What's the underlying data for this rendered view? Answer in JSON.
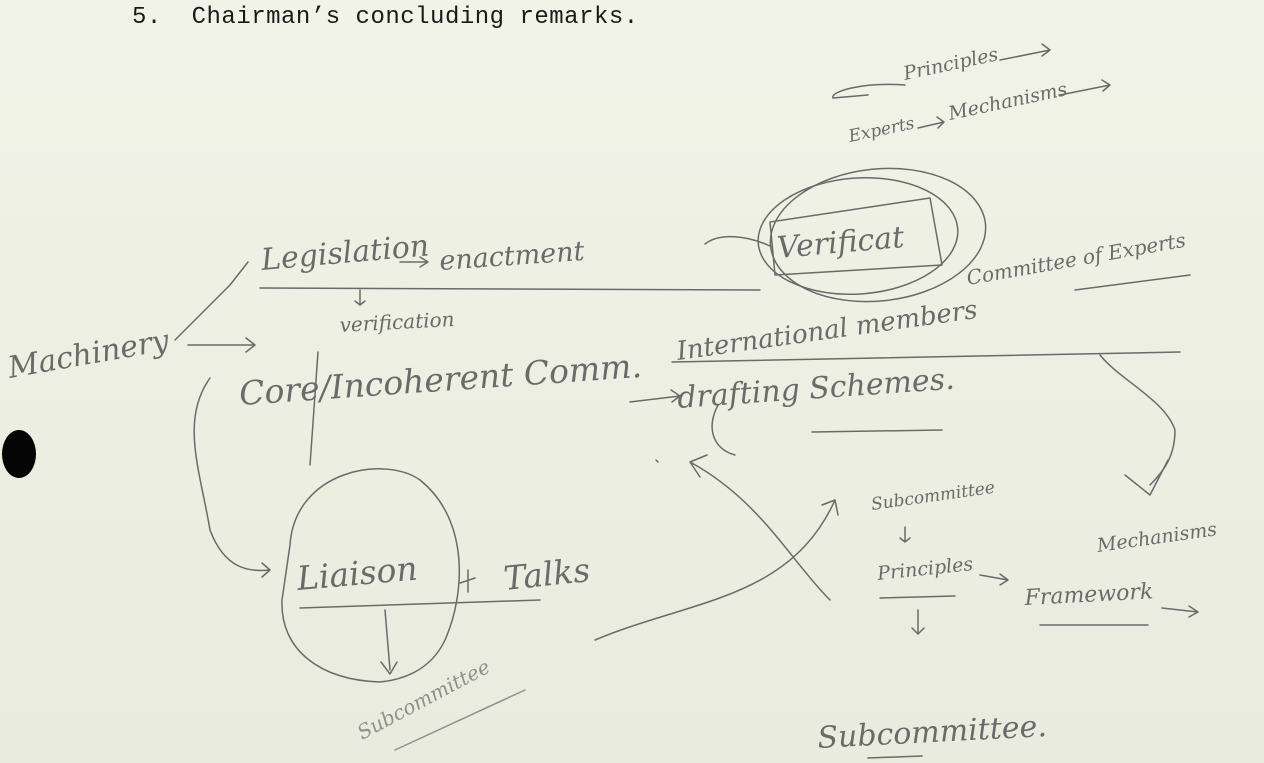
{
  "agenda": {
    "item_text": "5.  Chairman’s concluding remarks."
  },
  "notes": {
    "principles": "Principles",
    "experts": "Experts",
    "mechanisms_top": "Mechanisms",
    "legislation": "Legislation",
    "enactment": "enactment",
    "verification_circle": "Verificat",
    "verification_sub": "verification",
    "committee_of_experts": "Committee of Experts",
    "international_members": "International members",
    "machinery": "Machinery",
    "core_committee": "Core/Incoherent Comm.",
    "drafting_schemes": "drafting  Schemes.",
    "subcommittee_mid": "Subcommittee",
    "mechanisms_right": "Mechanisms",
    "liaison": "Liaison",
    "talks": "Talks",
    "principles_mid": "Principles",
    "framework": "Framework",
    "subcommittee_low": "Subcommittee",
    "subcommittee_bottom": "Subcommittee."
  }
}
